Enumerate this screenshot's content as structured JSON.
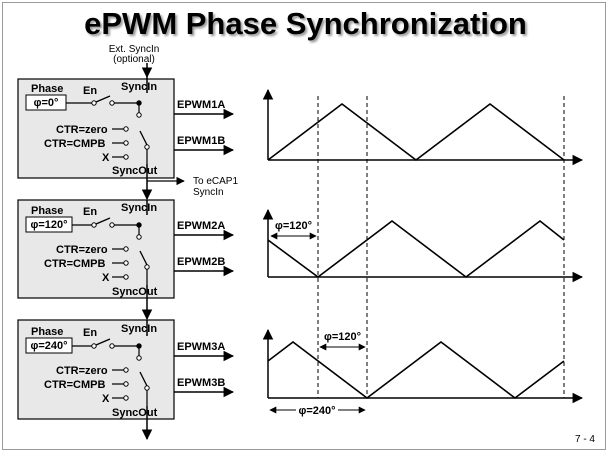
{
  "slide": {
    "title": "ePWM Phase Synchronization",
    "page_number": "7 - 4"
  },
  "ext_syncin": {
    "line1": "Ext. SyncIn",
    "line2": "(optional)"
  },
  "ecap_note": {
    "line1": "To eCAP1",
    "line2": "SyncIn"
  },
  "modules": [
    {
      "phase_label": "Phase",
      "phase_value": "φ=0°",
      "en_label": "En",
      "syncin_label": "SyncIn",
      "ctr_zero_label": "CTR=zero",
      "ctr_cmpb_label": "CTR=CMPB",
      "x_label": "X",
      "syncout_label": "SyncOut",
      "out_a": "EPWM1A",
      "out_b": "EPWM1B"
    },
    {
      "phase_label": "Phase",
      "phase_value": "φ=120°",
      "en_label": "En",
      "syncin_label": "SyncIn",
      "ctr_zero_label": "CTR=zero",
      "ctr_cmpb_label": "CTR=CMPB",
      "x_label": "X",
      "syncout_label": "SyncOut",
      "out_a": "EPWM2A",
      "out_b": "EPWM2B"
    },
    {
      "phase_label": "Phase",
      "phase_value": "φ=240°",
      "en_label": "En",
      "syncin_label": "SyncIn",
      "ctr_zero_label": "CTR=zero",
      "ctr_cmpb_label": "CTR=CMPB",
      "x_label": "X",
      "syncout_label": "SyncOut",
      "out_a": "EPWM3A",
      "out_b": "EPWM3B"
    }
  ],
  "waveforms": {
    "wave2_phase_label": "φ=120°",
    "wave3_phase_label": "φ=120°",
    "wave3_total_phase_label": "φ=240°"
  },
  "colors": {
    "box_fill": "#e8e8e8",
    "title_shadow": "#9a9a9a"
  }
}
